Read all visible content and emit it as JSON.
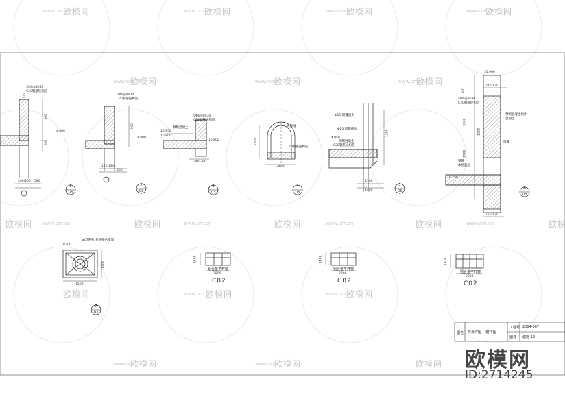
{
  "watermark": {
    "brand": "欧模网",
    "url": "www.om.cn"
  },
  "details": {
    "d1": {
      "top_label_a": "5Φ6@8030",
      "top_label_b": "C20钢筋砼构造",
      "dim_v_a": "900",
      "dim_v_b": "200",
      "elev": "4.800",
      "dim_h_a": "200|200",
      "dim_h_b": "580",
      "num": "1",
      "sheet": "03"
    },
    "d2": {
      "top_label_a": "5Φ6@8030",
      "top_label_b": "C20钢筋砼构造",
      "dim_v": "900",
      "elev": "4.800",
      "dim_h_a": "120|120",
      "dim_h_b": "300",
      "num": "2",
      "sheet": "03"
    },
    "d3": {
      "top_label_a": "5Φ6@8030",
      "top_label_b": "C20钢筋砼构造",
      "mid_label": "预制混凝土",
      "elev_a": "15.950",
      "elev_b": "15.800",
      "elev_c": "15.800",
      "dim_h": "240|380",
      "num": "3",
      "sheet": "03"
    },
    "d4": {
      "label_a": "装饰线",
      "label_b": "C20钢筋砼构造",
      "dim_v": "2900",
      "dim_h": "2400",
      "num": "4",
      "sheet": "03"
    },
    "d5": {
      "label_a": "Φ10 雨篷挑头",
      "label_b": "Φ10 雨篷挑头",
      "label_c": "预制混凝土",
      "label_d": "C20钢筋砼构造",
      "elev": "14.950",
      "dim_v": "1200",
      "dim_h_a": "1100",
      "dim_h_b": "1400",
      "num": "5",
      "sheet": "03"
    },
    "d6": {
      "elev_top": "31.900",
      "label_a": "5Φ6@8030",
      "label_b": "C20钢筋砼构造",
      "label_c": "预制混凝土构件",
      "label_d": "混凝土",
      "label_e": "木质面层",
      "label_f": "钢筋",
      "label_g": "雨篷",
      "dim_v_a": "400",
      "dim_v_b": "3900",
      "dim_v_c": "1200",
      "dim_v_d": "1700",
      "elev_low": "16.750",
      "dim_h_top": "240|120",
      "dim_h_bot": "120|120",
      "num": "6",
      "sheet": "03"
    },
    "d7": {
      "label_a": "R200",
      "label_b": "φ67管孔 外涂银色漆面",
      "dim_h": "1500",
      "dim_v": "1200",
      "num": "7",
      "sheet": "03"
    }
  },
  "windows": [
    {
      "title": "铝合金平开窗",
      "width": "2800",
      "height": "1400",
      "code": "C02"
    },
    {
      "title": "铝合金平开窗",
      "width": "2800",
      "height": "1400",
      "code": "C02"
    },
    {
      "title": "铝合金平开窗",
      "width": "2800",
      "height": "1400",
      "code": "C02"
    }
  ],
  "title_block": {
    "section_label": "图名",
    "drawing_name": "节点详图  门窗详图",
    "project_no_label": "工程号",
    "project_no": "2004-007",
    "sheet_label": "图号",
    "sheet_no": "建施-19"
  },
  "brand_overlay": {
    "name": "欧模网",
    "id": "ID:2714245"
  }
}
